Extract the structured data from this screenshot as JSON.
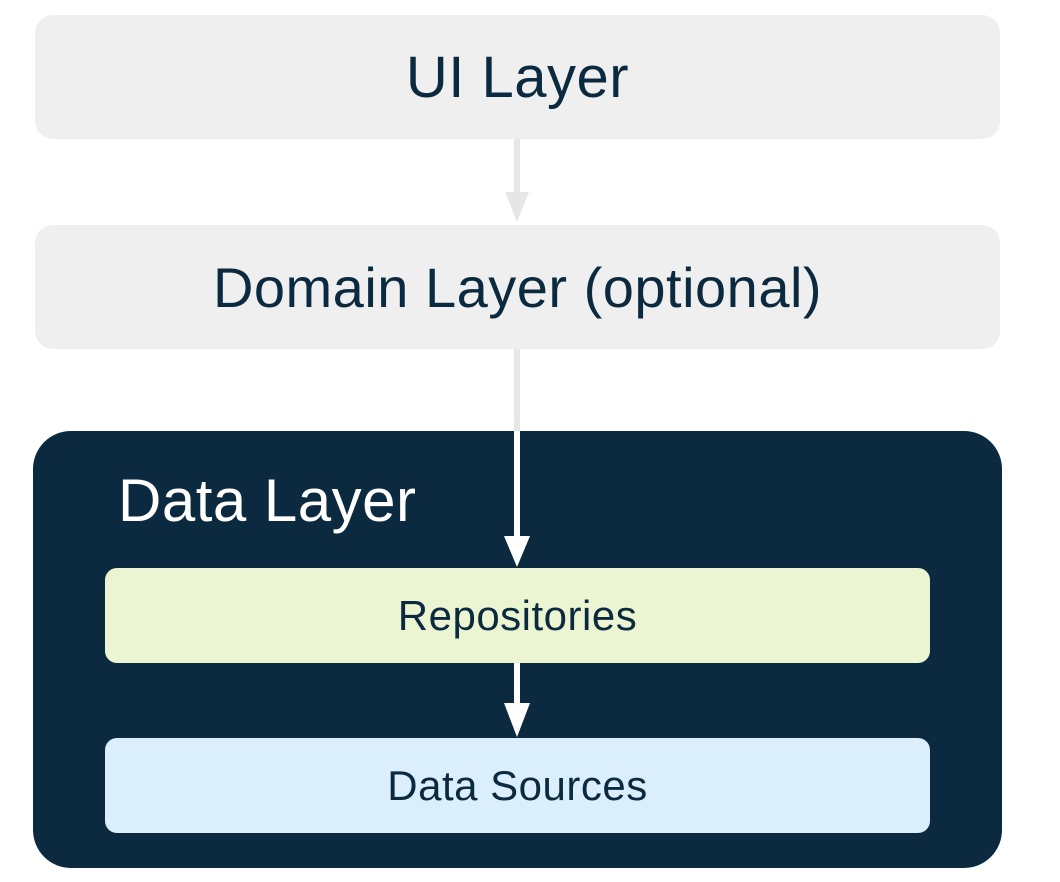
{
  "ui_layer": {
    "label": "UI Layer"
  },
  "domain_layer": {
    "label": "Domain Layer (optional)"
  },
  "data_layer": {
    "title": "Data Layer",
    "repositories_label": "Repositories",
    "data_sources_label": "Data Sources"
  },
  "colors": {
    "light_box": "#efefef",
    "data_layer_bg": "#0b2a40",
    "repositories_bg": "#ecf5d2",
    "data_sources_bg": "#dbeefb",
    "dark_text": "#0b2a3f",
    "light_text": "#ffffff",
    "light_arrow": "#e6e6e6",
    "white_arrow": "#ffffff"
  }
}
